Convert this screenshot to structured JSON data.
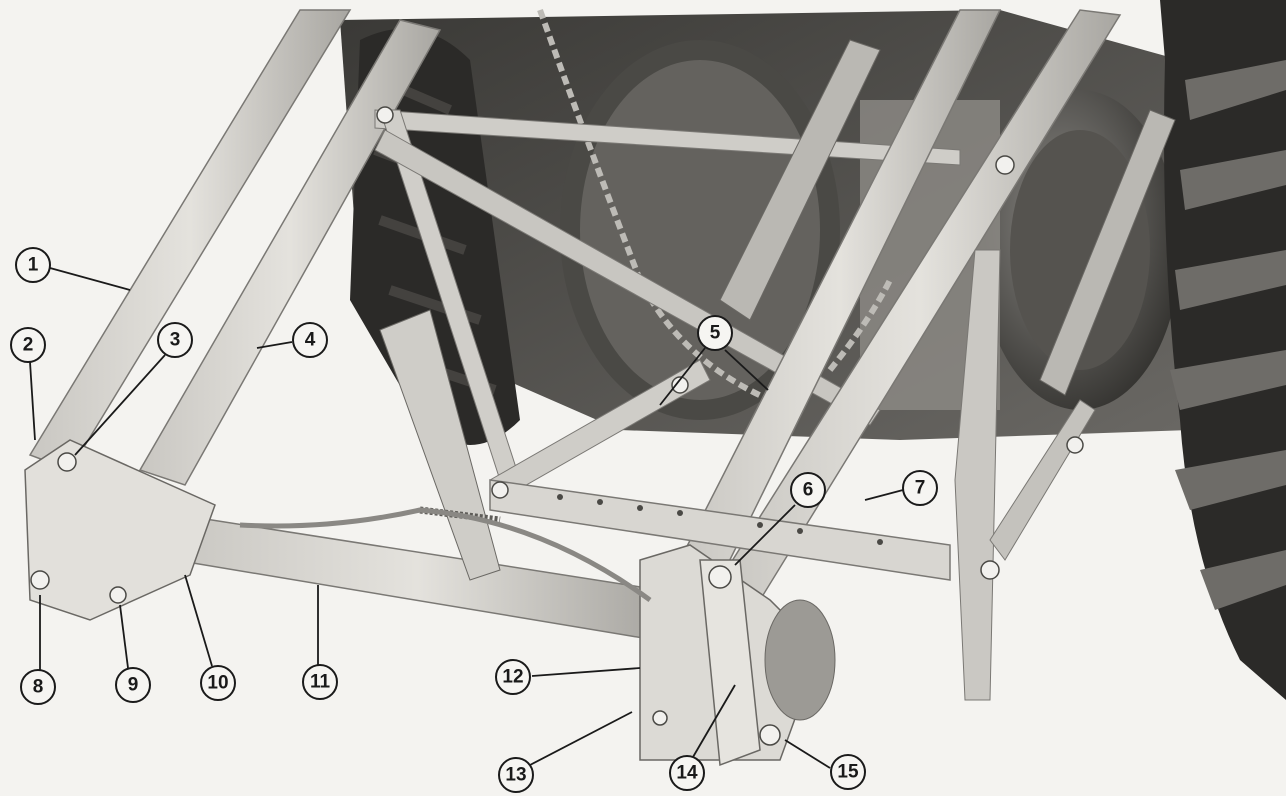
{
  "figure": {
    "description_type": "black-and-white photograph with numbered callouts",
    "subject": "tractor front-loader mounting frame and linkage"
  },
  "callouts": [
    {
      "id": "1",
      "label": "1"
    },
    {
      "id": "2",
      "label": "2"
    },
    {
      "id": "3",
      "label": "3"
    },
    {
      "id": "4",
      "label": "4"
    },
    {
      "id": "5",
      "label": "5"
    },
    {
      "id": "6",
      "label": "6"
    },
    {
      "id": "7",
      "label": "7"
    },
    {
      "id": "8",
      "label": "8"
    },
    {
      "id": "9",
      "label": "9"
    },
    {
      "id": "10",
      "label": "10"
    },
    {
      "id": "11",
      "label": "11"
    },
    {
      "id": "12",
      "label": "12"
    },
    {
      "id": "13",
      "label": "13"
    },
    {
      "id": "14",
      "label": "14"
    },
    {
      "id": "15",
      "label": "15"
    }
  ],
  "colors": {
    "background": "#f4f3f0",
    "metal_light": "#d6d4cf",
    "metal_mid": "#a9a7a2",
    "metal_dark": "#5e5c58",
    "tire": "#2b2a28",
    "ink": "#1a1a1a"
  }
}
